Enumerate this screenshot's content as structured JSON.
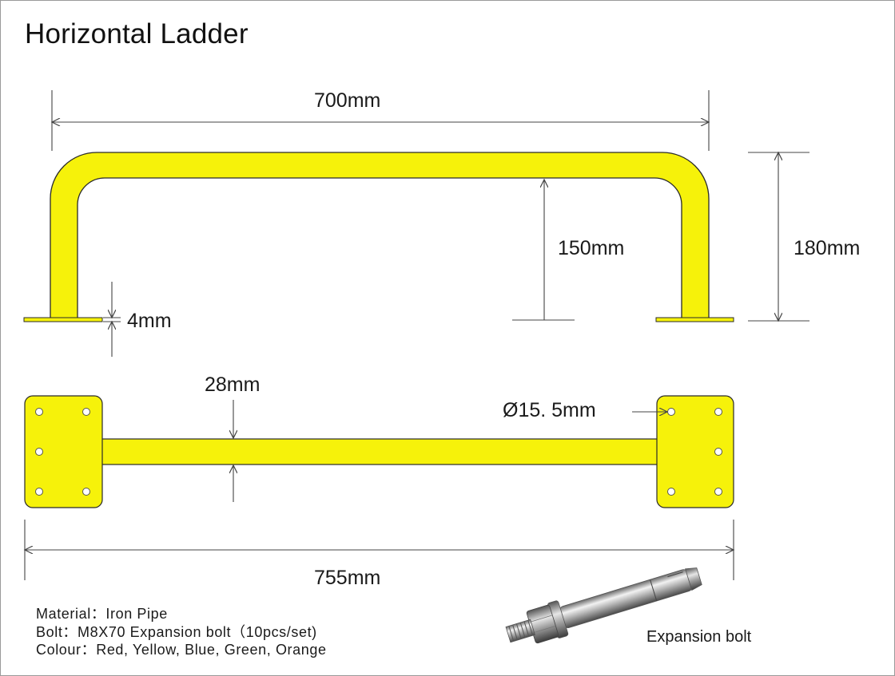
{
  "title": "Horizontal Ladder",
  "dimensions": {
    "overall_length_side": "700mm",
    "inner_height": "150mm",
    "overall_height": "180mm",
    "plate_thickness": "4mm",
    "bar_width": "28mm",
    "hole_diameter": "Ø15. 5mm",
    "overall_length_top": "755mm"
  },
  "specs": {
    "material": "Material：Iron Pipe",
    "bolt": "Bolt：M8X70 Expansion bolt（10pcs/set)",
    "colour": "Colour：Red, Yellow, Blue, Green, Orange"
  },
  "bolt_caption": "Expansion bolt",
  "colors": {
    "ladder_yellow": "#f6f20a",
    "outline": "#2a2a2a",
    "dim_line": "#444444"
  }
}
